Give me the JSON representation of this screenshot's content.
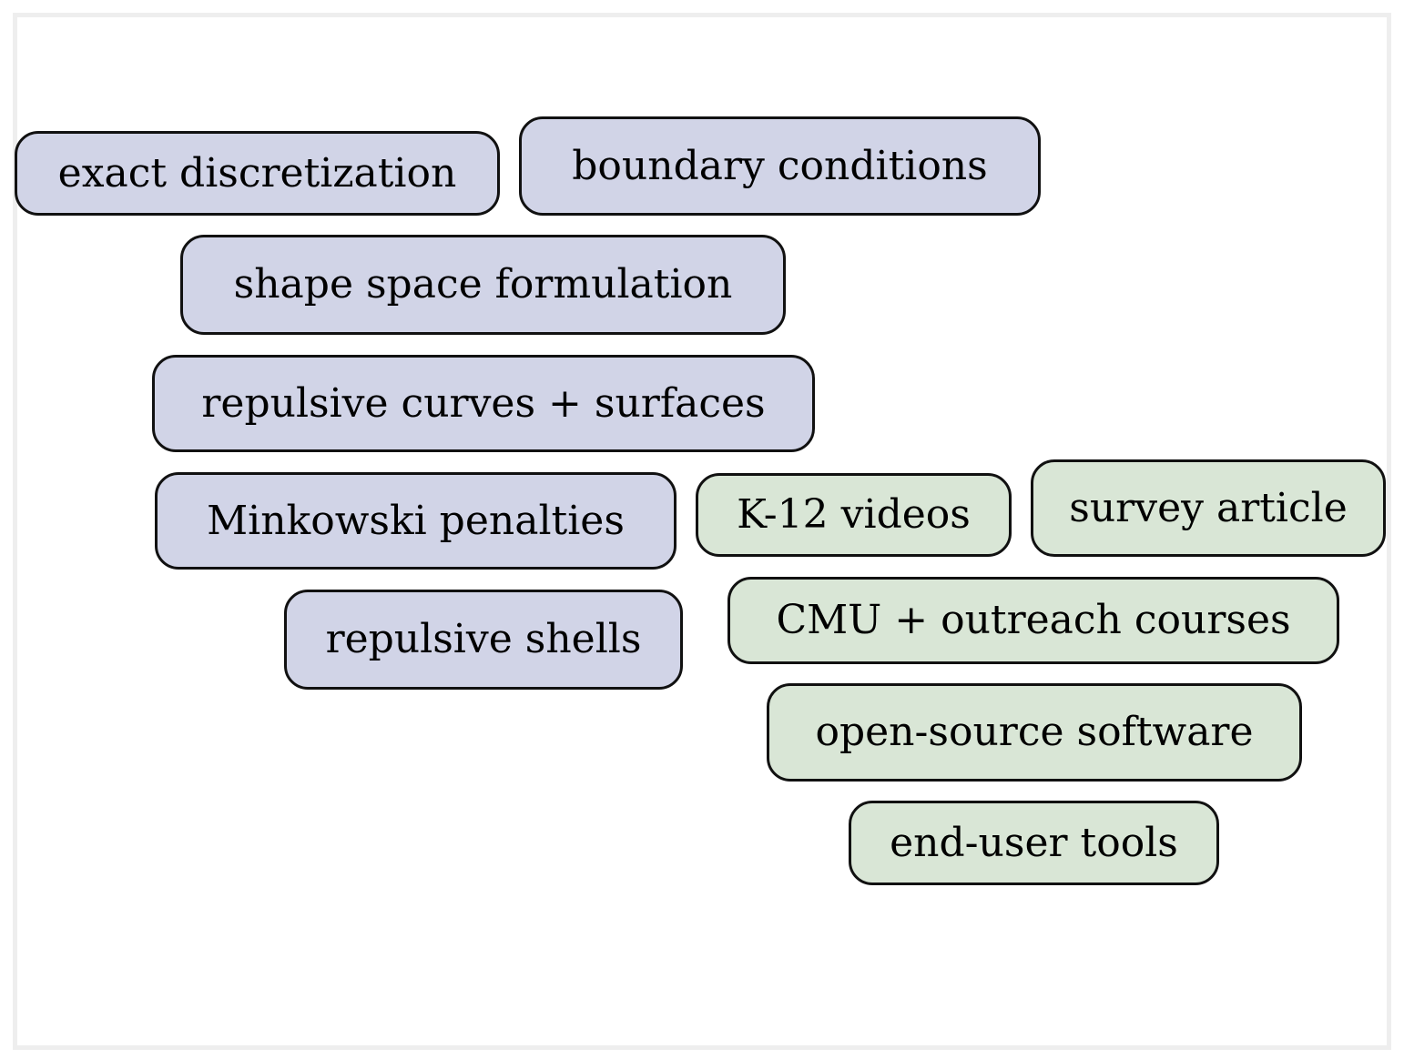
{
  "colors": {
    "research": "#d1d4e7",
    "outreach": "#d9e6d6"
  },
  "research_tags": [
    "exact discretization",
    "boundary conditions",
    "shape space formulation",
    "repulsive curves + surfaces",
    "Minkowski penalties",
    "repulsive shells"
  ],
  "outreach_tags": [
    "K-12 videos",
    "survey article",
    "CMU + outreach courses",
    "open-source software",
    "end-user tools"
  ]
}
